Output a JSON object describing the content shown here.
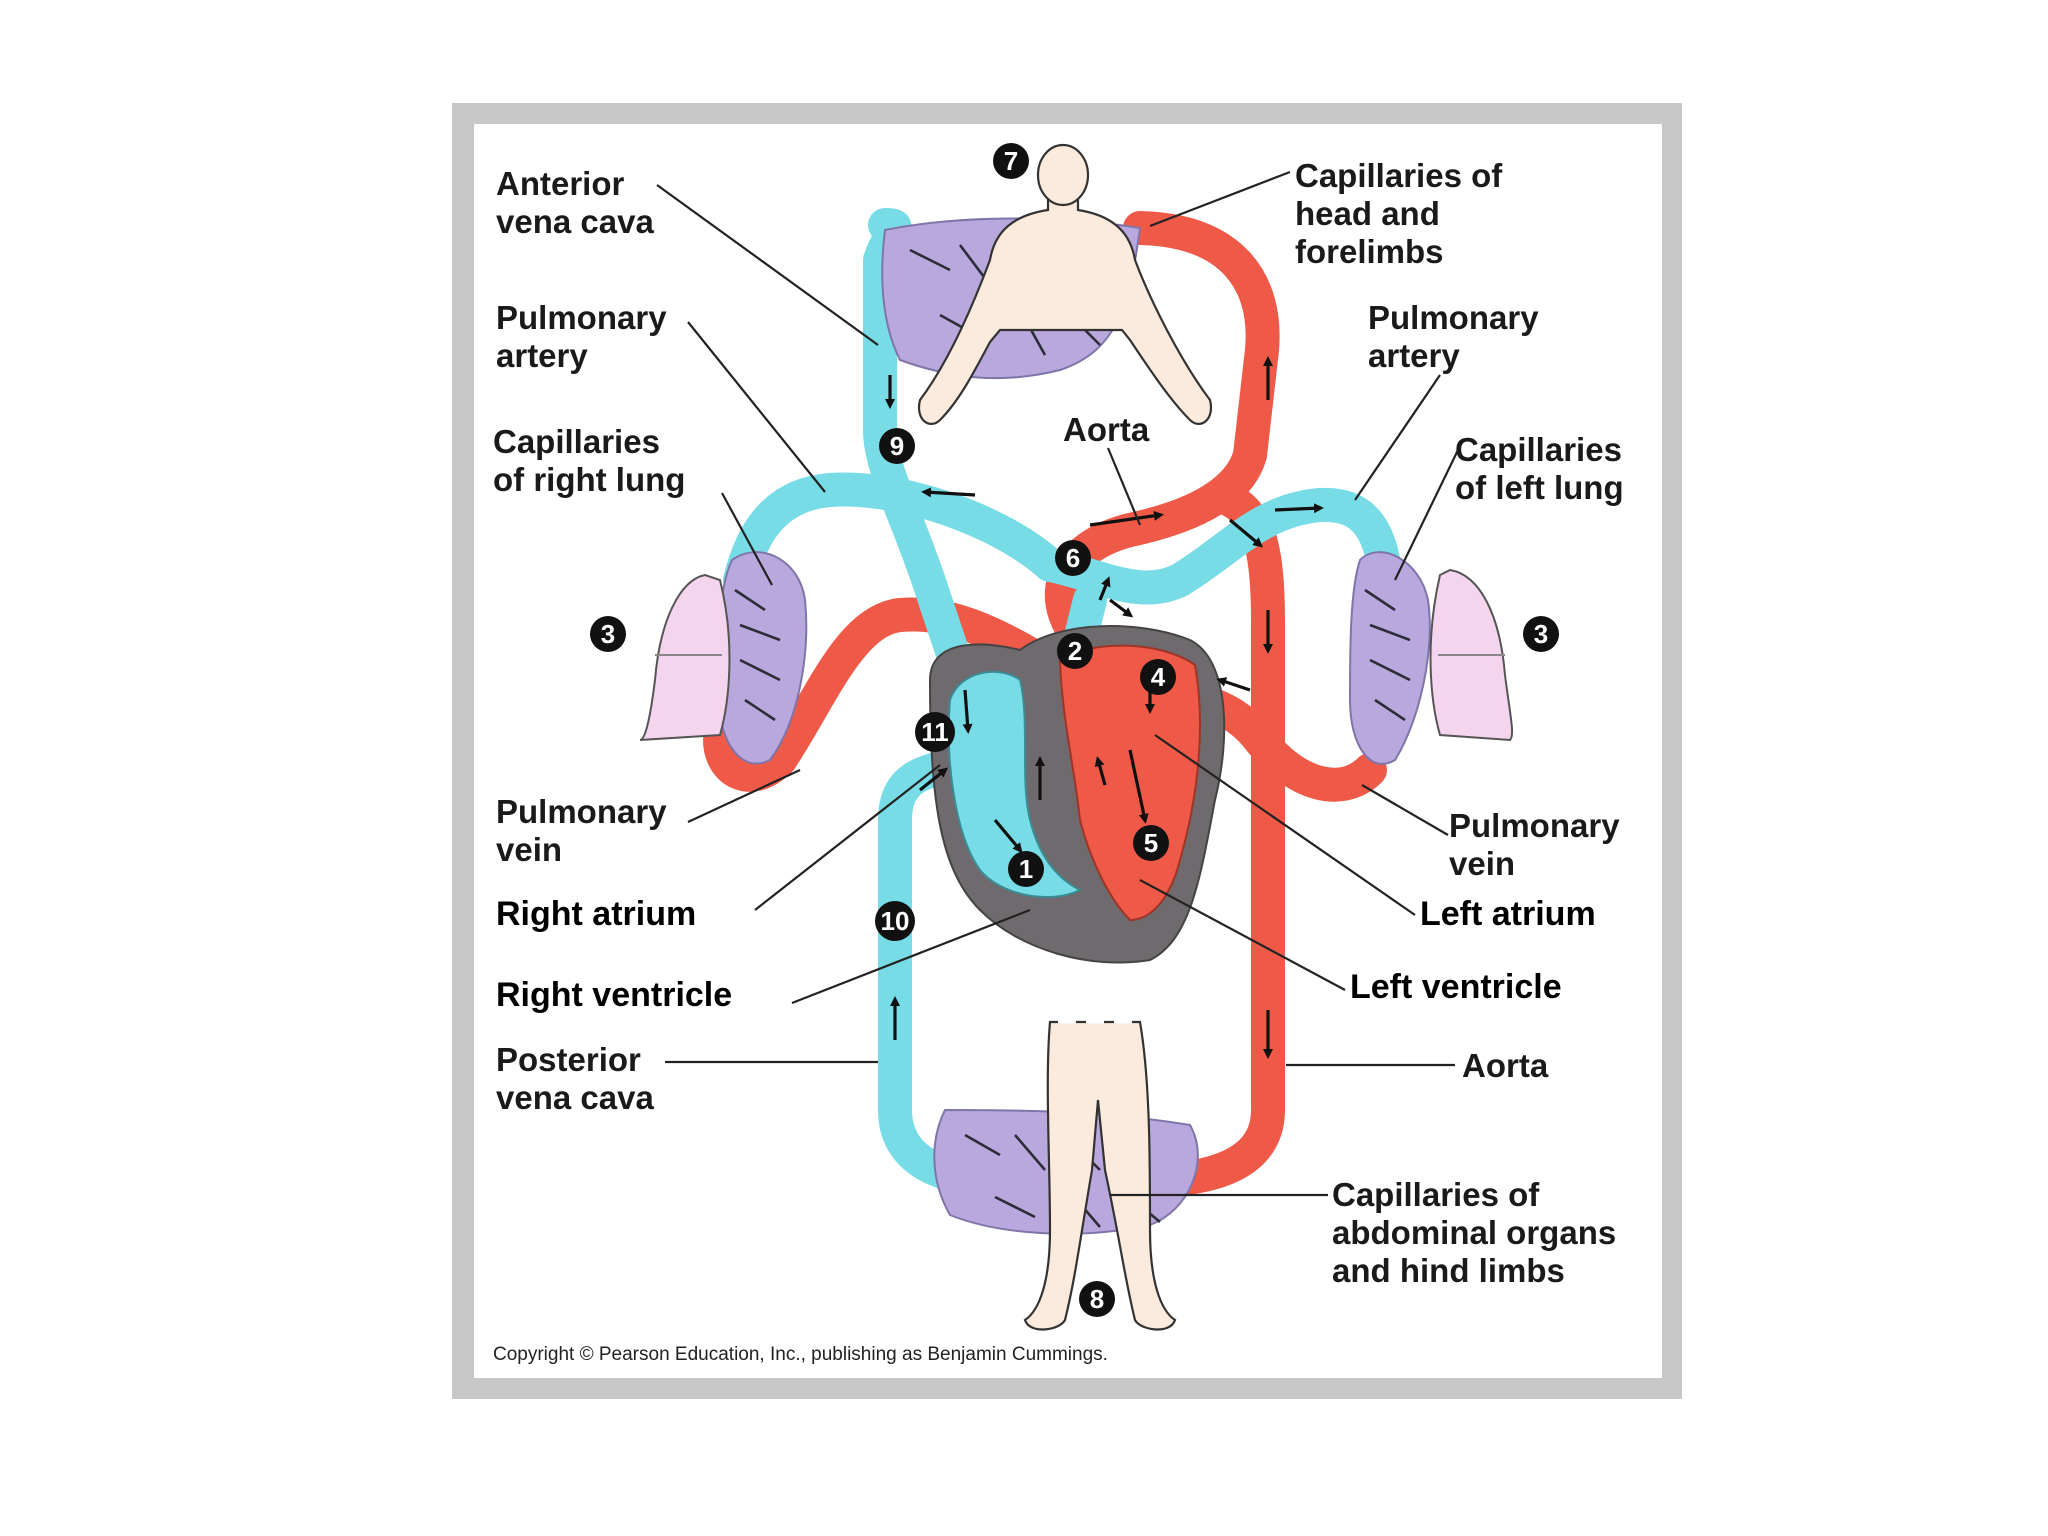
{
  "labels": {
    "anterior_vena_cava": [
      "Anterior",
      "vena cava"
    ],
    "capillaries_head": [
      "Capillaries of",
      "head and",
      "forelimbs"
    ],
    "pulmonary_artery_left": [
      "Pulmonary",
      "artery"
    ],
    "pulmonary_artery_right": [
      "Pulmonary",
      "artery"
    ],
    "capillaries_right_lung": [
      "Capillaries",
      "of right lung"
    ],
    "capillaries_left_lung": [
      "Capillaries",
      "of left lung"
    ],
    "aorta_top": "Aorta",
    "pulmonary_vein_left": [
      "Pulmonary",
      "vein"
    ],
    "pulmonary_vein_right": [
      "Pulmonary",
      "vein"
    ],
    "right_atrium": "Right atrium",
    "left_atrium": "Left atrium",
    "right_ventricle": "Right ventricle",
    "left_ventricle": "Left ventricle",
    "posterior_vena_cava": [
      "Posterior",
      "vena cava"
    ],
    "aorta_bottom": "Aorta",
    "capillaries_abdominal": [
      "Capillaries of",
      "abdominal organs",
      "and hind limbs"
    ]
  },
  "step_numbers": {
    "n1": "1",
    "n2": "2",
    "n3_left": "3",
    "n3_right": "3",
    "n4": "4",
    "n5": "5",
    "n6": "6",
    "n7": "7",
    "n8": "8",
    "n9": "9",
    "n10": "10",
    "n11": "11"
  },
  "copyright": "Copyright © Pearson Education, Inc., publishing as Benjamin Cummings.",
  "colors": {
    "oxygen_poor": "#78dce6",
    "oxygen_rich": "#ef5a48",
    "capillary": "#b9a8dd",
    "lung": "#f5d4ee",
    "heart_muscle": "#6e6a6d",
    "body": "#fcebdd",
    "frame_border": "#bdbdbd",
    "frame_fill": "#ffffff",
    "badge": "#111111"
  }
}
